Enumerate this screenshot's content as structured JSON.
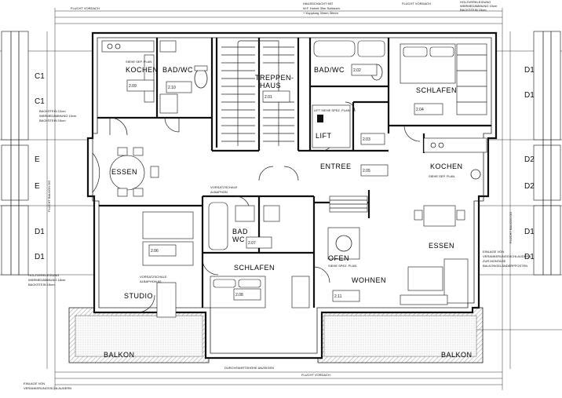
{
  "rooms": {
    "kochen_left": "KOCHEN",
    "bad_wc_left": "BAD/WC",
    "treppenhaus_1": "TREPPEN-",
    "treppenhaus_2": "HAUS",
    "bad_wc_right": "BAD/WC",
    "schlafen_top": "SCHLAFEN",
    "lift": "LIFT",
    "essen_left": "ESSEN",
    "entree": "ENTREE",
    "kochen_right": "KOCHEN",
    "bad_wc_mid_1": "BAD",
    "bad_wc_mid_2": "WC",
    "schlafen_mid": "SCHLAFEN",
    "essen_right": "ESSEN",
    "ofen": "OFEN",
    "wohnen": "WOHNEN",
    "studio": "STUDIO",
    "balkon_left": "BALKON",
    "balkon_right": "BALKON"
  },
  "notes": {
    "top_left": "FLUCHT VORDACH",
    "top_center_1": "HAUSSCHACHT MIT",
    "top_center_2": "W.F. Hoheit 30m Schlauch",
    "top_center_3": "+ Kupplung 32mm 30mm",
    "top_right": "FLUCHT VORDACH",
    "top_right_2a": "HOLZVERKLEIDUNG",
    "top_right_2b": "WÄRMEDÄMMUNG 10cm",
    "top_right_2c": "BACKSTEIN 15cm",
    "left_wall_1": "BACKSTEIN 12cm",
    "left_wall_2": "WÄRMEDÄMMUNG 10cm",
    "left_wall_3": "BACKSTEIN 15cm",
    "left_wall_b1": "HOLZVERKLEIDUNG",
    "left_wall_b2": "WÄRMEDÄMMUNG 18cm",
    "left_wall_b3": "BACKSTEIN 15cm",
    "vorsatz_1": "VORSATZSCHALE",
    "vorsatz_2": "ALBAPHON",
    "vorsatz_3": "VORSATZSCHALE",
    "vorsatz_4": "ALBAPHON 60",
    "lift_note": "LIFT SIEHE SPEZ. PLAN",
    "kochen_note": "SIEHE SEP. PLAN",
    "kochen_note_r": "SIEHE SEP. PLAN",
    "ofen_note": "SIEHE SPEZ. PLAN",
    "right_note_1": "EINLAGE VON",
    "right_note_2": "VERANKERUNGSSCHLAUDERN",
    "right_note_3": "ZUR MONTAGE",
    "right_note_4": "BALKONGELÄNDERPFOSTEN",
    "bottom_center": "FLUCHT VORDACH",
    "bottom_center_2": "DURCHFAHRTSHÖHE ANZEIGEN",
    "bottom_left_1": "EINLAGE VON",
    "bottom_left_2": "VERANKERUNGSSCHLAUDERN",
    "flucht_balkon_l": "FLUCHT BALKON OG",
    "flucht_balkon_r": "FLUCHT BALKON OG"
  },
  "axes": {
    "left": [
      "C1",
      "C1",
      "E",
      "E",
      "D1",
      "D1"
    ],
    "right": [
      "D1",
      "D1",
      "D2",
      "D2",
      "D1",
      "D1"
    ]
  },
  "area_tags": {
    "kochen_l": "2.09",
    "bad_l": "2.10",
    "treppe": "2.01",
    "bad_r": "2.02",
    "schlafen_t": "2.04",
    "lift": "2.03",
    "entree": "2.05",
    "studio": "2.06",
    "bad_mid": "2.07",
    "schlafen_mid": "2.08",
    "wohnen": "2.11"
  },
  "colors": {
    "line": "#111111",
    "paper": "#ffffff"
  }
}
